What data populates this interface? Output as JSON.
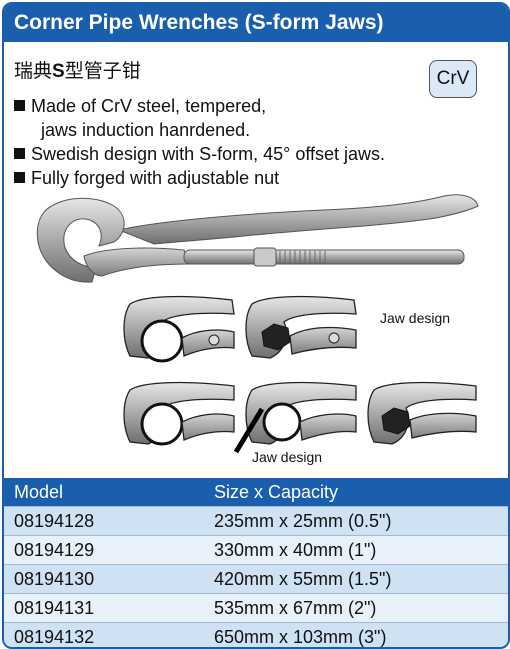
{
  "header": {
    "title": "Corner Pipe Wrenches (S-form Jaws)"
  },
  "subtitle": {
    "cn_prefix": "瑞典",
    "bold": "S",
    "cn_suffix": "型管子钳"
  },
  "badge": {
    "label": "CrV"
  },
  "features": [
    {
      "line1": "Made of CrV steel, tempered,",
      "line2": "jaws induction hanrdened."
    },
    {
      "line1": "Swedish design with S-form, 45° offset jaws."
    },
    {
      "line1": "Fully forged with adjustable nut"
    }
  ],
  "illustration": {
    "label_top": "Jaw design",
    "label_bottom": "Jaw design"
  },
  "table": {
    "headers": [
      "Model",
      "Size x Capacity"
    ],
    "rows": [
      [
        "08194128",
        "235mm x 25mm (0.5\")"
      ],
      [
        "08194129",
        "330mm x 40mm (1\")"
      ],
      [
        "08194130",
        "420mm x 55mm (1.5\")"
      ],
      [
        "08194131",
        "535mm x 67mm (2\")"
      ],
      [
        "08194132",
        "650mm x 103mm (3\")"
      ]
    ]
  },
  "colors": {
    "accent": "#1a5fae",
    "row_light": "#e8f1fa",
    "row_dark": "#cfe2f4"
  }
}
